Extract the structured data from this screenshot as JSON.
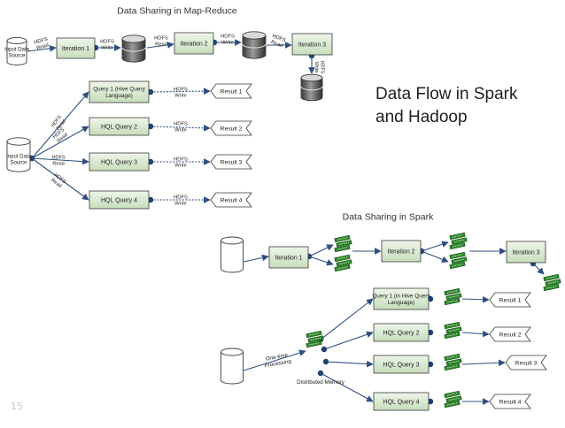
{
  "slide": {
    "title_line1": "Data Flow in Spark",
    "title_line2": "and Hadoop",
    "page_mark": "15"
  },
  "colors": {
    "box_fill_top": "#e9f3e4",
    "box_fill_bottom": "#c8dfbe",
    "stroke": "#3a3a3a",
    "arrow": "#2e4f80",
    "cylinder_dark": "#4a4a4a",
    "memory_green": "#2f8a2f"
  },
  "mapreduce": {
    "title": "Data Sharing in Map-Reduce",
    "input_label": [
      "Input Data",
      "Source"
    ],
    "hdfs_read": [
      "HDFS",
      "Read"
    ],
    "hdfs_write": [
      "HDFS",
      "Write"
    ],
    "iterations": [
      "Iteration 1",
      "Iteration 2",
      "Iteration 3"
    ],
    "input2_label": [
      "Input Data",
      "Source"
    ],
    "queries": [
      [
        "Query 1 (Hive Query",
        "Language)"
      ],
      [
        "HQL Query 2"
      ],
      [
        "HQL Query 3"
      ],
      [
        "HQL Query 4"
      ]
    ],
    "results": [
      "Result 1",
      "Result 2",
      "Result 3",
      "Result 4"
    ]
  },
  "spark": {
    "title": "Data Sharing in Spark",
    "iterations": [
      "Iteration 1",
      "Iteration 2",
      "Iteration 3"
    ],
    "queries": [
      [
        "Query 1 (in Hive Query",
        "Language)"
      ],
      [
        "HQL Query 2"
      ],
      [
        "HQL Query 3"
      ],
      [
        "HQL Query 4"
      ]
    ],
    "results": [
      "Result 1",
      "Result 2",
      "Result 3",
      "Result 4"
    ],
    "one_time": [
      "One-time",
      "Processing"
    ],
    "distributed_memory": "Distributed Memory"
  }
}
